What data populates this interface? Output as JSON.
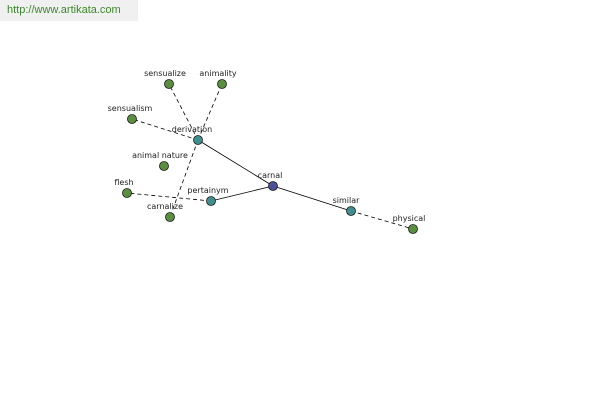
{
  "banner": {
    "url": "http://www.artikata.com"
  },
  "graph": {
    "colors": {
      "center": "#4a4f9a",
      "relation": "#3f8f8f",
      "word": "#5a8f3f",
      "edge": "#000000"
    },
    "nodes": {
      "carnal": "carnal",
      "derivation": "derivation",
      "pertainym": "pertainym",
      "similar": "similar",
      "sensualize": "sensualize",
      "animality": "animality",
      "sensualism": "sensualism",
      "animal_nature": "animal nature",
      "flesh": "flesh",
      "carnalize": "carnalize",
      "physical": "physical"
    }
  }
}
